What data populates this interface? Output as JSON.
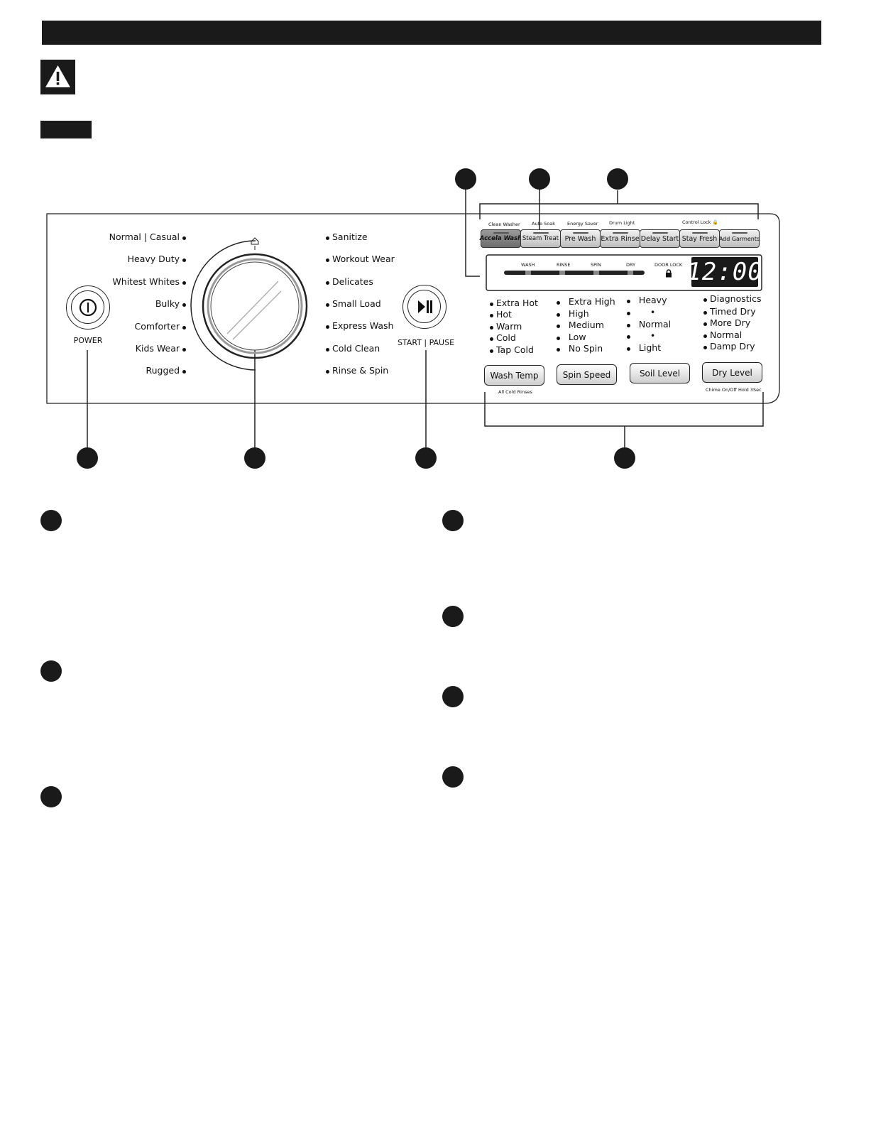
{
  "panel": {
    "power_label": "POWER",
    "start_pause_label": "START | PAUSE",
    "cycles_left": [
      "Normal | Casual",
      "Heavy Duty",
      "Whitest Whites",
      "Bulky",
      "Comforter",
      "Kids Wear",
      "Rugged"
    ],
    "cycles_right": [
      "Sanitize",
      "Workout Wear",
      "Delicates",
      "Small Load",
      "Express Wash",
      "Cold Clean",
      "Rinse & Spin"
    ],
    "option_buttons": [
      {
        "label": "Accela Wash",
        "sub": "Clean Washer"
      },
      {
        "label": "Steam Treat",
        "sub": "Auto Soak"
      },
      {
        "label": "Pre Wash",
        "sub": "Energy Saver"
      },
      {
        "label": "Extra Rinse",
        "sub": "Drum Light"
      },
      {
        "label": "Delay Start",
        "sub": ""
      },
      {
        "label": "Stay Fresh",
        "sub": "Control Lock"
      },
      {
        "label": "Add Garments",
        "sub": ""
      }
    ],
    "stages": [
      "WASH",
      "RINSE",
      "SPIN",
      "DRY"
    ],
    "door_lock_label": "DOOR LOCK",
    "display_time": "12:00",
    "wash_temp": {
      "label": "Wash Temp",
      "options": [
        "Extra Hot",
        "Hot",
        "Warm",
        "Cold",
        "Tap Cold"
      ],
      "sub": "All Cold Rinses"
    },
    "spin_speed": {
      "label": "Spin Speed",
      "options": [
        "Extra High",
        "High",
        "Medium",
        "Low",
        "No Spin"
      ]
    },
    "soil_level": {
      "label": "Soil Level",
      "options": [
        "Heavy",
        "•",
        "Normal",
        "•",
        "Light"
      ]
    },
    "dry_level": {
      "label": "Dry Level",
      "options": [
        "Diagnostics",
        "Timed Dry",
        "More Dry",
        "Normal",
        "Damp Dry"
      ],
      "sub": "Chime On/Off Hold 3Sec"
    }
  }
}
